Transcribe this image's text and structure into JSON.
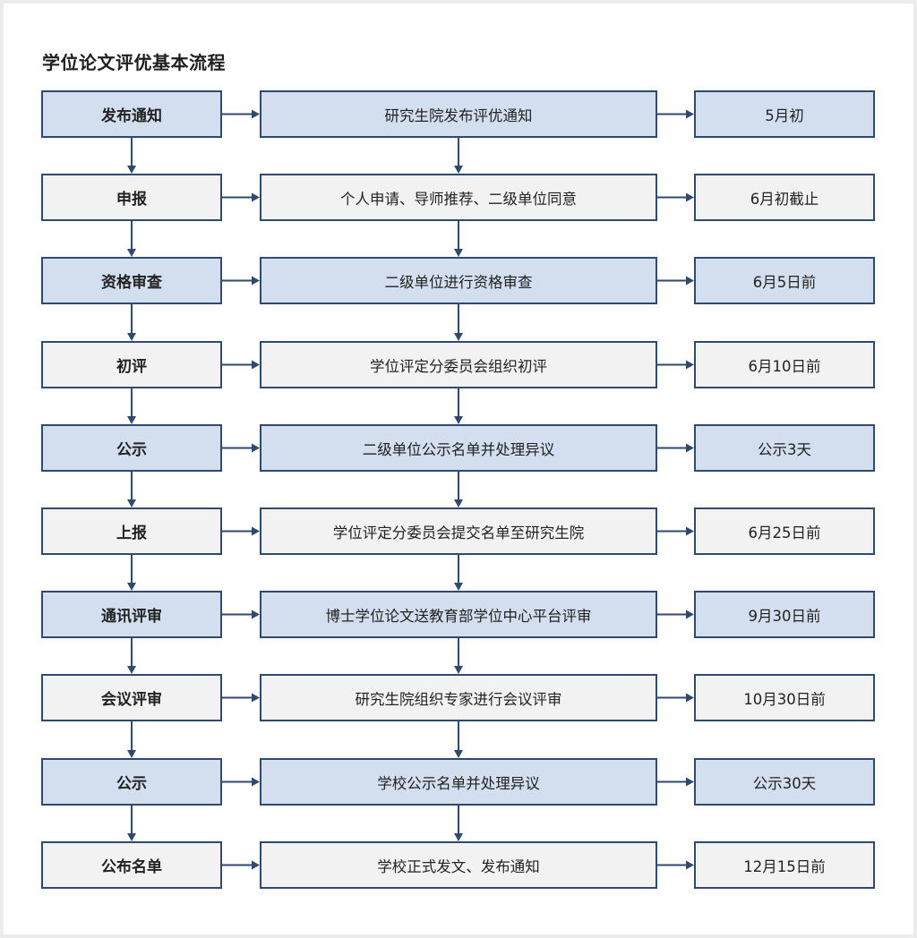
{
  "title": "学位论文评优基本流程",
  "colors": {
    "border": "#2e4a6e",
    "blue_fill": "#d3dfef",
    "gray_fill": "#f2f2f2",
    "arrow": "#2e4a6e"
  },
  "steps": [
    {
      "step": "发布通知",
      "desc": "研究生院发布评优通知",
      "time": "5月初",
      "shade": "blue"
    },
    {
      "step": "申报",
      "desc": "个人申请、导师推荐、二级单位同意",
      "time": "6月初截止",
      "shade": "gray"
    },
    {
      "step": "资格审查",
      "desc": "二级单位进行资格审查",
      "time": "6月5日前",
      "shade": "blue"
    },
    {
      "step": "初评",
      "desc": "学位评定分委员会组织初评",
      "time": "6月10日前",
      "shade": "gray"
    },
    {
      "step": "公示",
      "desc": "二级单位公示名单并处理异议",
      "time": "公示3天",
      "shade": "blue"
    },
    {
      "step": "上报",
      "desc": "学位评定分委员会提交名单至研究生院",
      "time": "6月25日前",
      "shade": "gray"
    },
    {
      "step": "通讯评审",
      "desc": "博士学位论文送教育部学位中心平台评审",
      "time": "9月30日前",
      "shade": "blue"
    },
    {
      "step": "会议评审",
      "desc": "研究生院组织专家进行会议评审",
      "time": "10月30日前",
      "shade": "gray"
    },
    {
      "step": "公示",
      "desc": "学校公示名单并处理异议",
      "time": "公示30天",
      "shade": "blue"
    },
    {
      "step": "公布名单",
      "desc": "学校正式发文、发布通知",
      "time": "12月15日前",
      "shade": "gray"
    }
  ]
}
